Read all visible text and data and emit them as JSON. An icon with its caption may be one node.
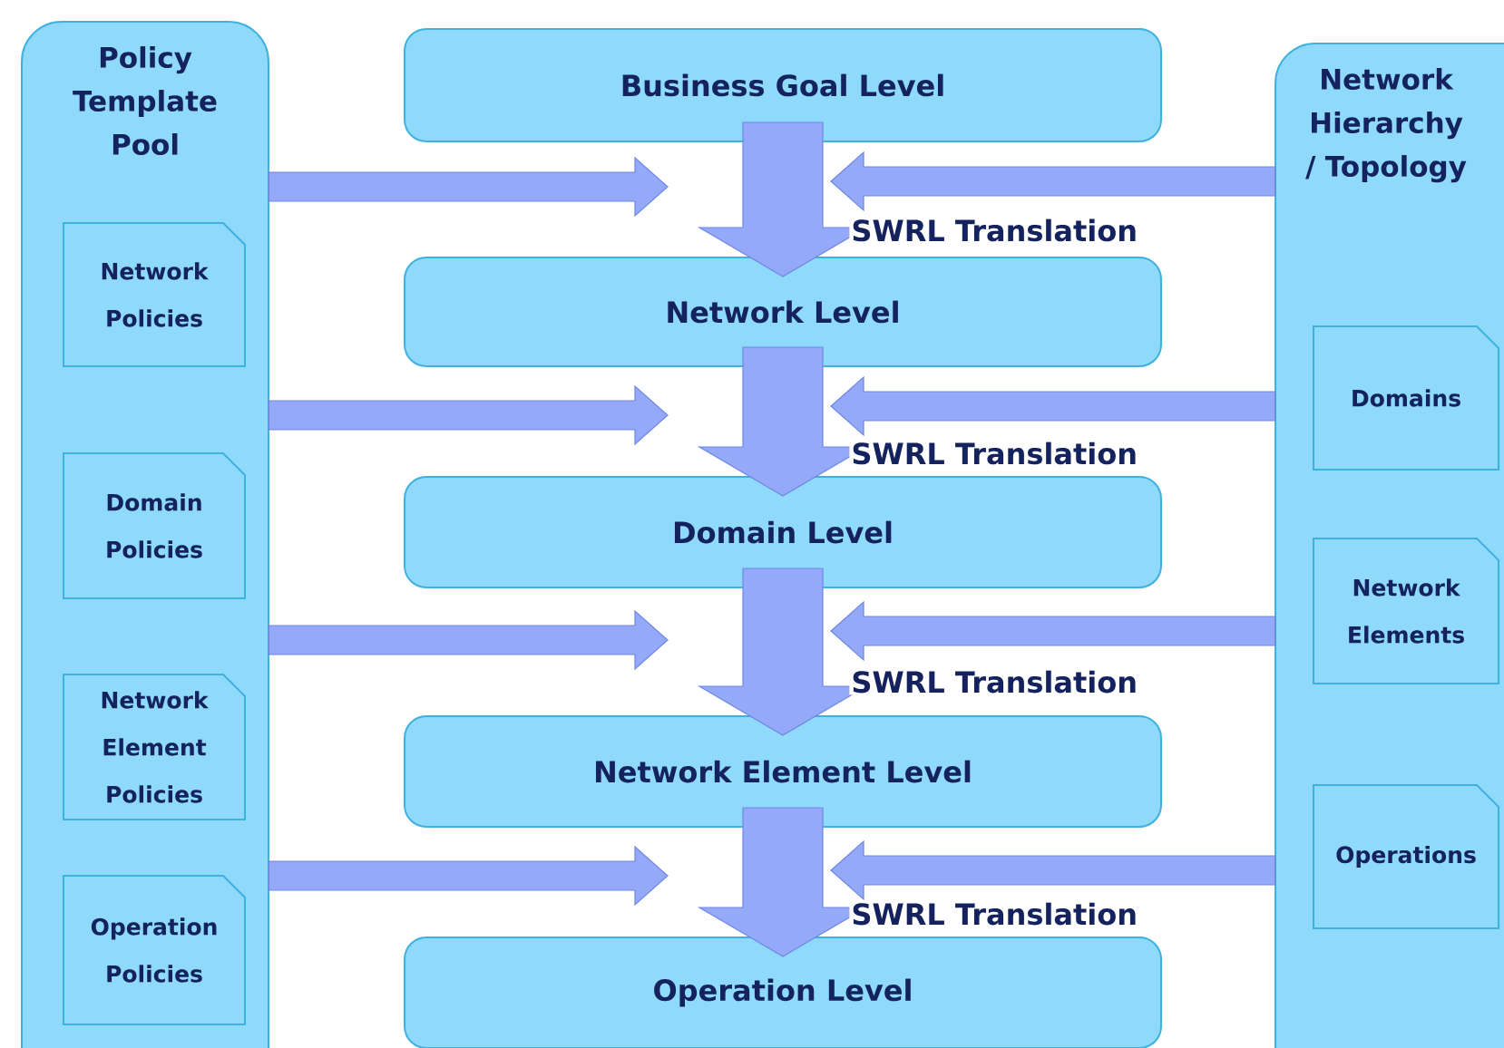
{
  "diagram": {
    "nodes": [
      {
        "text": [
          "Policy Template Pool"
        ]
      },
      {
        "text": [
          "Network Policies"
        ],
        "in": 0
      },
      {
        "text": [
          "Domain Policies"
        ],
        "in": 0
      },
      {
        "text": [
          "Network Element Policies"
        ],
        "in": 0
      },
      {
        "text": [
          "Operation Policies"
        ],
        "in": 0
      },
      {
        "text": [
          "Business Goal Level"
        ]
      },
      {
        "text": [
          "Network Level"
        ]
      },
      {
        "text": [
          "Domain Level"
        ]
      },
      {
        "text": [
          "Network Element Level"
        ]
      },
      {
        "text": [
          "Operation Level"
        ]
      },
      {
        "text": [
          "Network Hierarchy / Topology"
        ]
      },
      {
        "text": [
          "Domains"
        ],
        "in": 10
      },
      {
        "text": [
          "Network Elements"
        ],
        "in": 10
      },
      {
        "text": [
          "Operations"
        ],
        "in": 10
      }
    ],
    "edges": [
      {
        "from": 5,
        "to": 6,
        "arrow": "to",
        "label": "SWRL Translation"
      },
      {
        "from": 6,
        "to": 7,
        "arrow": "to",
        "label": "SWRL Translation"
      },
      {
        "from": 7,
        "to": 8,
        "arrow": "to",
        "label": "SWRL Translation"
      },
      {
        "from": 8,
        "to": 9,
        "arrow": "to",
        "label": "SWRL Translation"
      },
      {
        "from": 0,
        "to": null,
        "arrow": "to"
      },
      {
        "from": 0,
        "to": null,
        "arrow": "to"
      },
      {
        "from": 0,
        "to": null,
        "arrow": "to"
      },
      {
        "from": 0,
        "to": null,
        "arrow": "to"
      },
      {
        "from": 10,
        "to": null,
        "arrow": "to"
      },
      {
        "from": 10,
        "to": null,
        "arrow": "to"
      },
      {
        "from": 10,
        "to": null,
        "arrow": "to"
      },
      {
        "from": 10,
        "to": null,
        "arrow": "to"
      }
    ]
  }
}
